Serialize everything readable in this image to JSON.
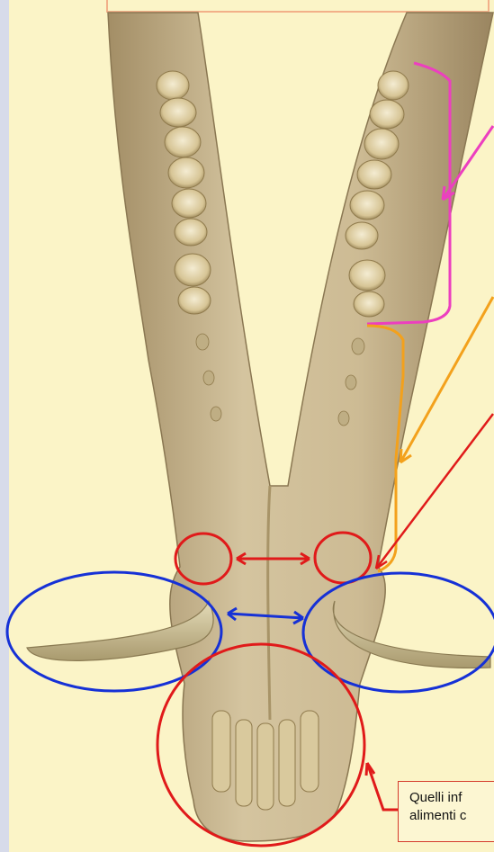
{
  "colors": {
    "background": "#fbf4c7",
    "page_edge": "#d7dbea",
    "bone": "#cdbb94",
    "bone_shadow": "#9e8a62",
    "pink_marker": "#ec3fbf",
    "orange_marker": "#f3a11c",
    "red_marker": "#e01a1a",
    "blue_marker": "#1631d6"
  },
  "icons": [
    "mandible-drawing",
    "molar-teeth",
    "incisor-teeth",
    "tusk"
  ],
  "caption": {
    "line1": "Quelli inf",
    "line2": "alimenti c"
  }
}
